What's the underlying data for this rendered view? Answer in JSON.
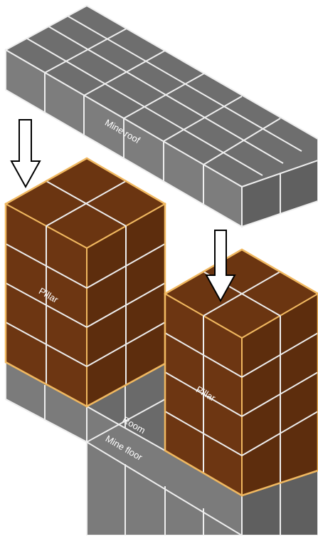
{
  "labels": {
    "mine_roof": "Mine roof",
    "pillar_left": "Pillar",
    "pillar_right": "Pillar",
    "room": "Room",
    "mine_floor": "Mine floor"
  },
  "colors": {
    "rock_top": "#6e6e6e",
    "rock_left": "#7b7b7b",
    "rock_right": "#5f5f5f",
    "pillar_face": "#6b3511",
    "pillar_face_dark": "#5a2c0c",
    "pillar_outline": "#f0b860",
    "grid_line": "#eeeeee",
    "arrow_fill": "#ffffff",
    "arrow_stroke": "#000000"
  },
  "legend": []
}
